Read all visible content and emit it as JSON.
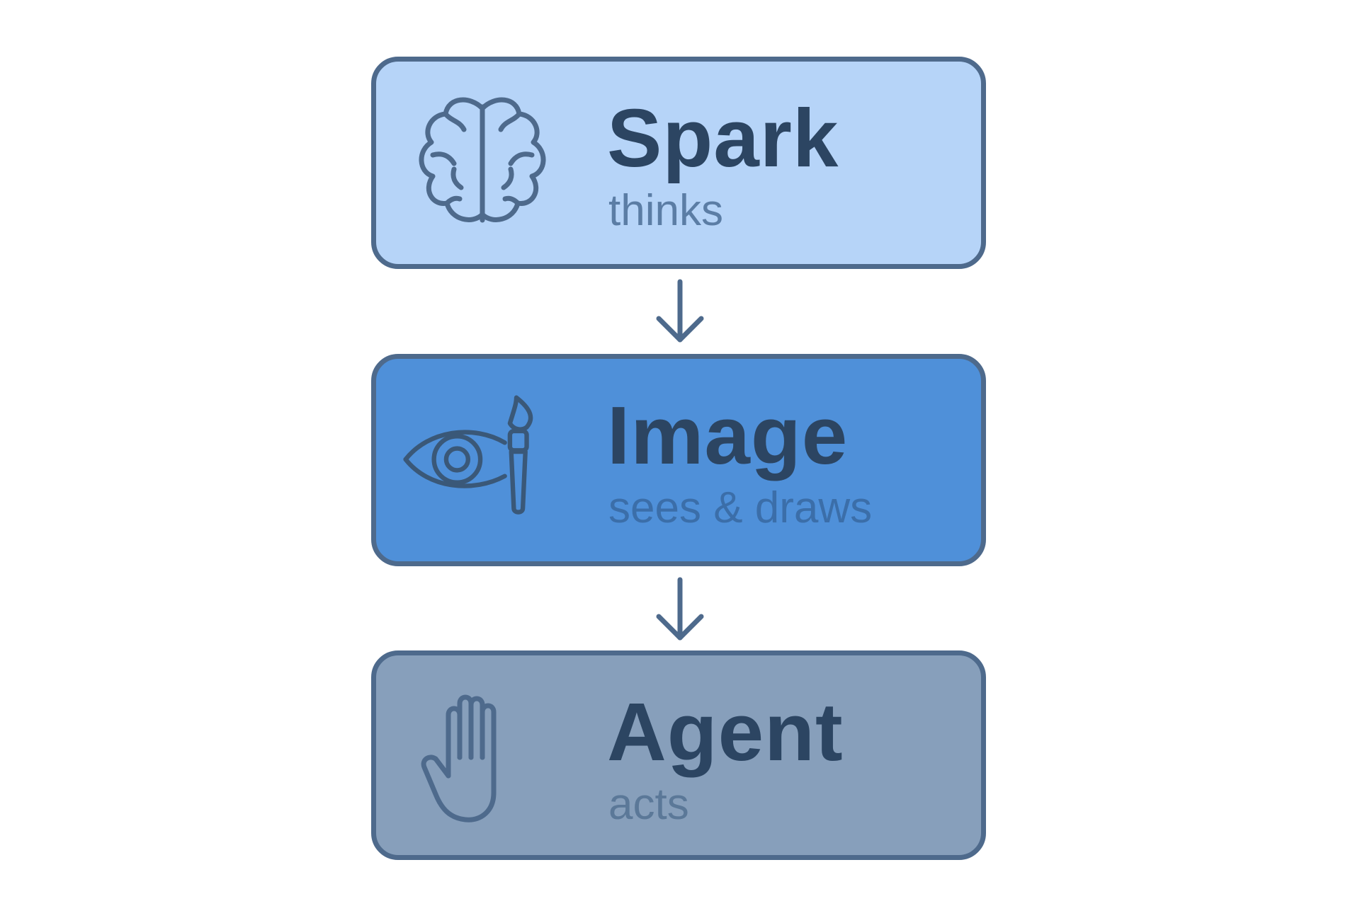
{
  "steps": [
    {
      "title": "Spark",
      "subtitle": "thinks",
      "icon": "brain-icon",
      "color": "#b6d4f8"
    },
    {
      "title": "Image",
      "subtitle": "sees & draws",
      "icon": "eye-brush-icon",
      "color": "#4f90d9"
    },
    {
      "title": "Agent",
      "subtitle": "acts",
      "icon": "hand-icon",
      "color": "#879fbb"
    }
  ],
  "colors": {
    "border": "#4e6a8c",
    "text": "#2c4562",
    "background": "#ffffff"
  }
}
